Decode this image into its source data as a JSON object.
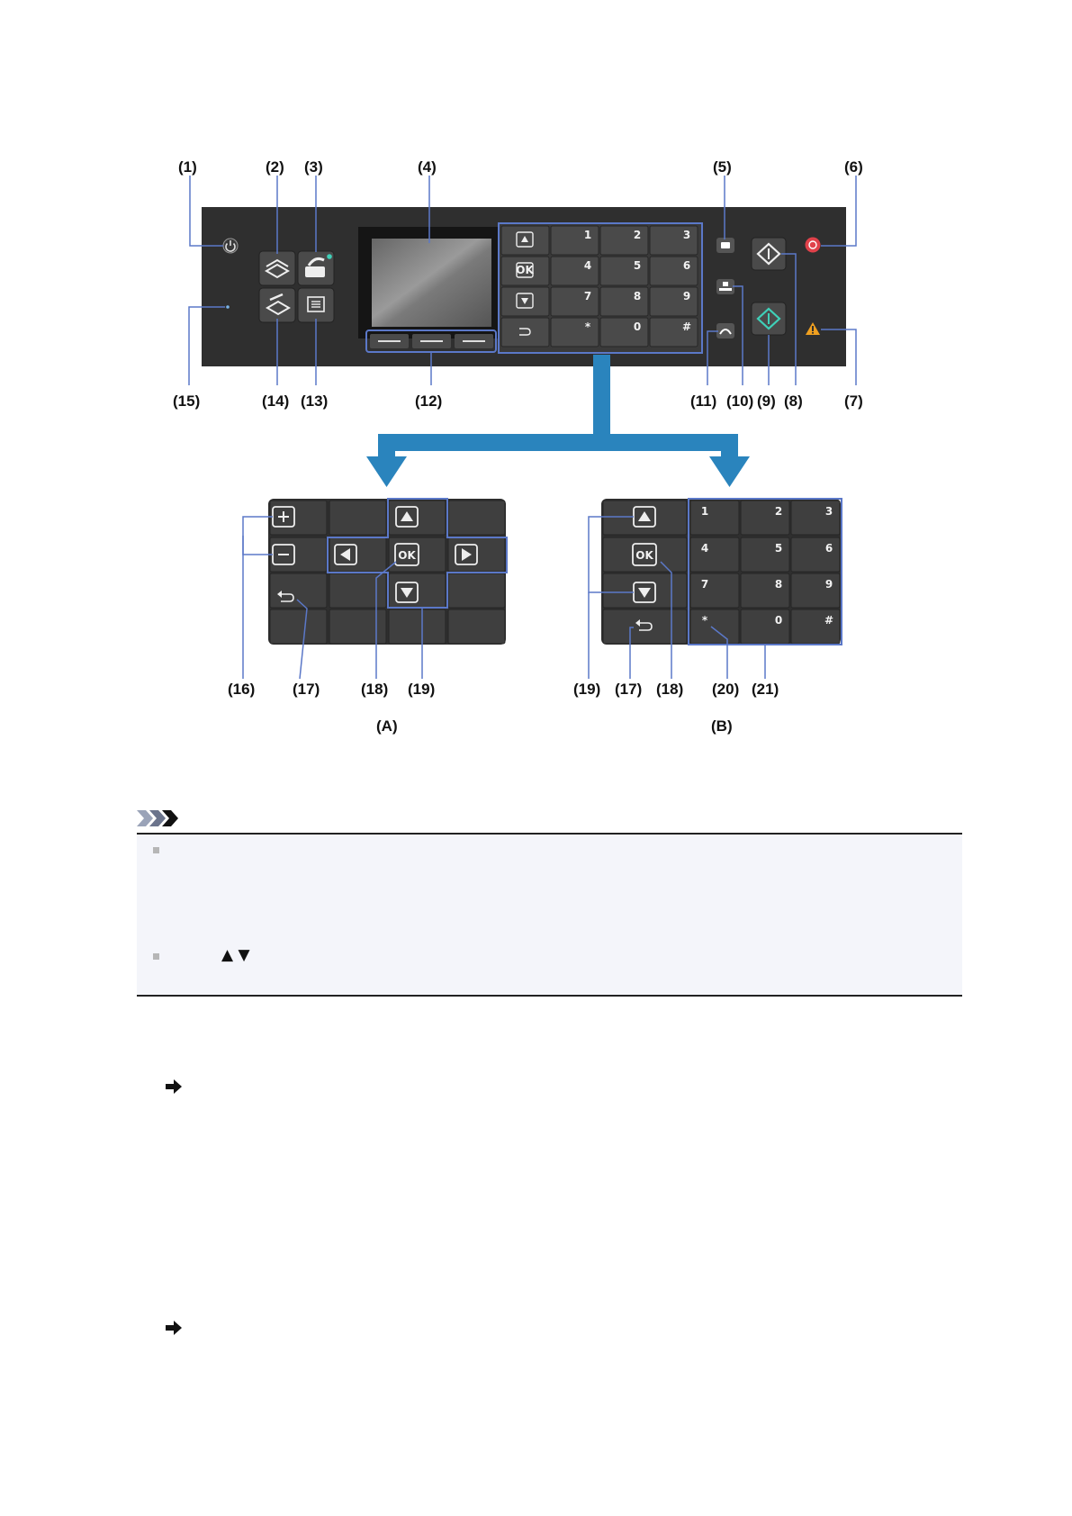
{
  "callouts": {
    "c1": "(1)",
    "c2": "(2)",
    "c3": "(3)",
    "c4": "(4)",
    "c5": "(5)",
    "c6": "(6)",
    "c7": "(7)",
    "c8": "(8)",
    "c9": "(9)",
    "c10": "(10)",
    "c11": "(11)",
    "c12": "(12)",
    "c13": "(13)",
    "c14": "(14)",
    "c15": "(15)",
    "c16": "(16)",
    "c17": "(17)",
    "c18": "(18)",
    "c19": "(19)",
    "c20": "(20)",
    "c21": "(21)"
  },
  "keypad": {
    "digits": [
      "1",
      "2",
      "3",
      "4",
      "5",
      "6",
      "7",
      "8",
      "9",
      "*",
      "0",
      "#"
    ],
    "ok": "OK"
  },
  "panels": {
    "a_title": "(A)",
    "b_title": "(B)"
  },
  "note": {
    "arrow_symbols": "▲ ▼"
  },
  "colors": {
    "panel_bg": "#2f2f2f",
    "key_bg": "#4a4a4a",
    "highlight": "#5b78c8",
    "arrow_blue": "#2a84bd",
    "start_green": "#3fd0b8",
    "stop_red": "#e0414a",
    "alarm_orange": "#f0a020"
  }
}
